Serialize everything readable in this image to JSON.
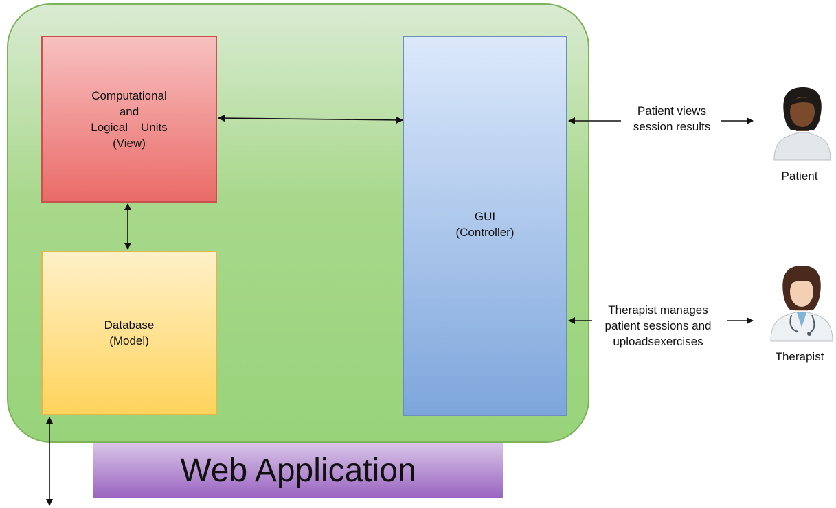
{
  "diagram": {
    "nodes": {
      "computational": {
        "label": "Computational\nand\nLogical    Units\n(View)"
      },
      "database": {
        "label": "Database\n(Model)"
      },
      "gui": {
        "label": "GUI\n(Controller)"
      },
      "web_app": {
        "label": "Web Application"
      }
    },
    "actors": {
      "patient": {
        "name": "Patient",
        "action": "Patient views\nsession results",
        "icon": "patient-icon"
      },
      "therapist": {
        "name": "Therapist",
        "action": "Therapist manages\npatient sessions and\nuploadsexercises",
        "icon": "doctor-icon"
      }
    },
    "colors": {
      "container": "#98d37a",
      "computational": "#ea6b68",
      "database": "#ffd45c",
      "gui": "#7ea6dc",
      "web_app": "#9a64c0"
    }
  }
}
